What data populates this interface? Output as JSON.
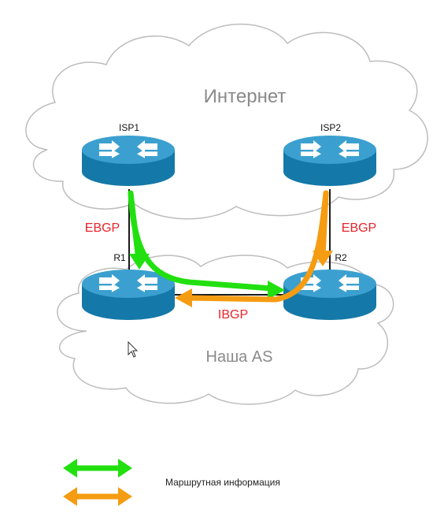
{
  "clouds": {
    "internet_label": "Интернет",
    "our_as_label": "Наша AS"
  },
  "routers": {
    "isp1": "ISP1",
    "isp2": "ISP2",
    "r1": "R1",
    "r2": "R2"
  },
  "protocols": {
    "ebgp_left": "EBGP",
    "ebgp_right": "EBGP",
    "ibgp": "IBGP"
  },
  "legend": {
    "text": "Маршрутная информация"
  },
  "colors": {
    "green_route": "#22e010",
    "orange_route": "#f59c12",
    "router_top": "#3ba0cf",
    "router_side": "#1479a8",
    "protocol_label": "#e8242b"
  },
  "icons": {
    "router": "router-icon",
    "cursor": "mouse-cursor-icon"
  }
}
